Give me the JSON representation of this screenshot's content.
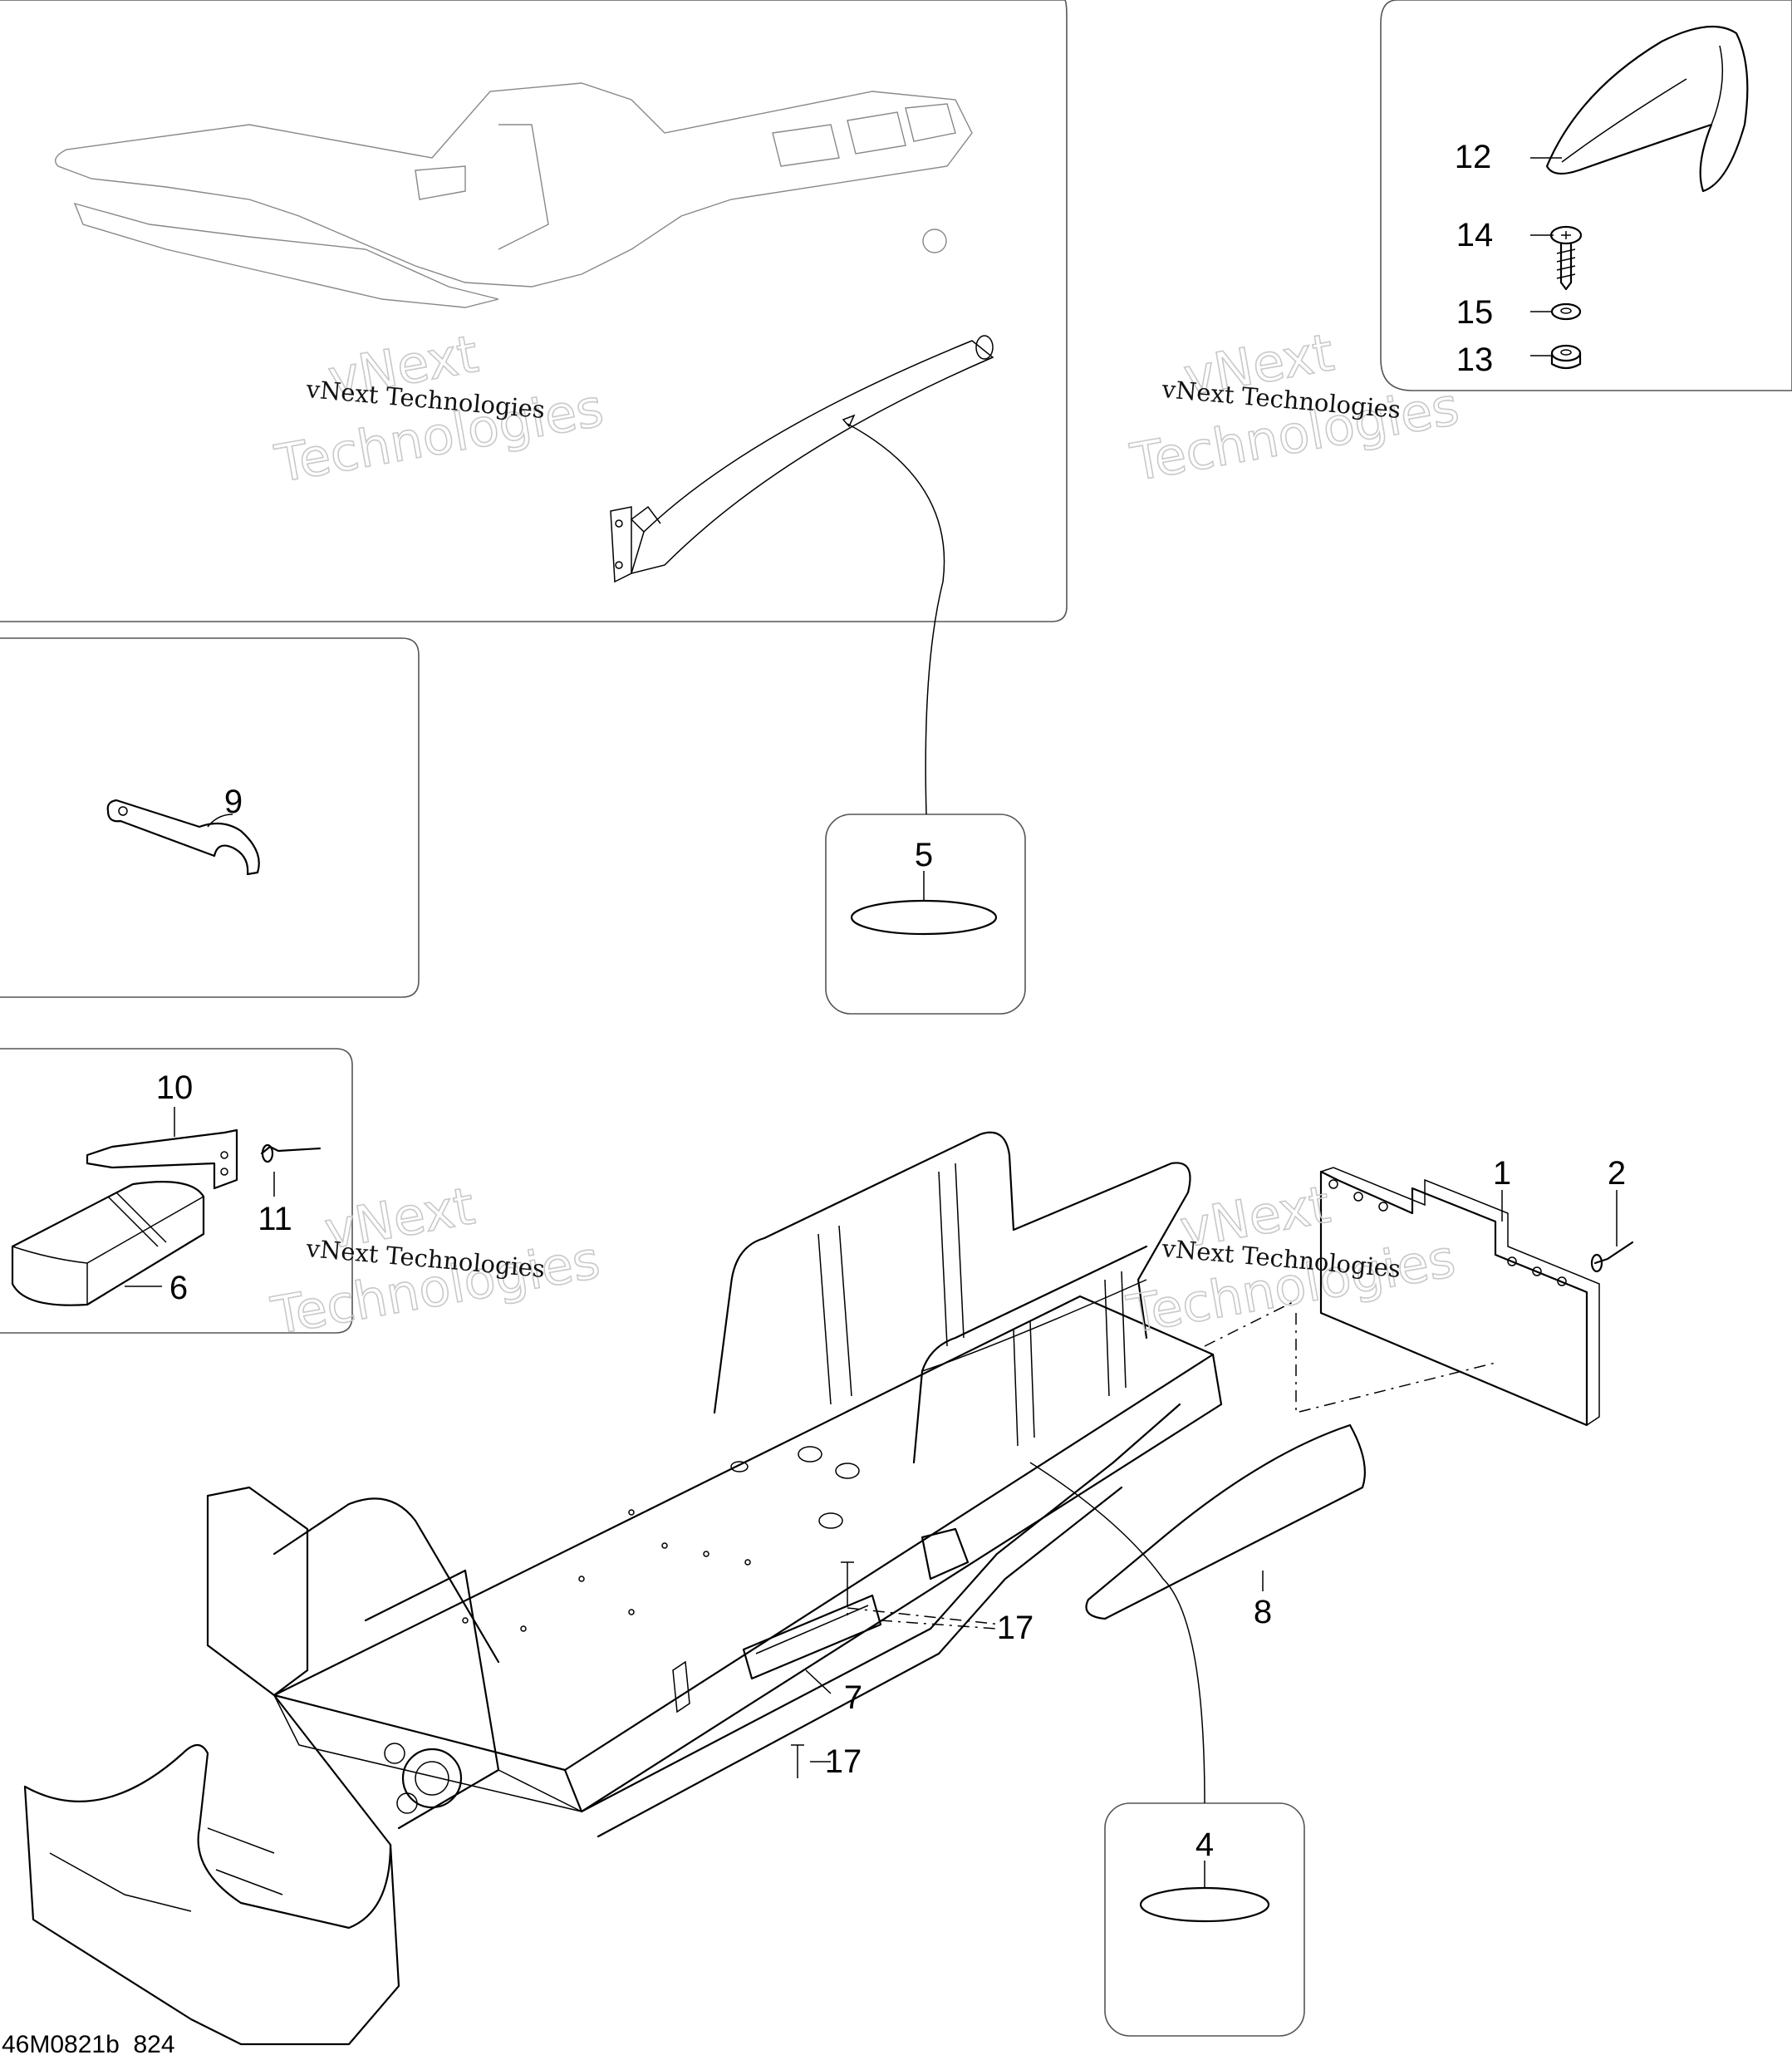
{
  "watermark": {
    "small": "vNext Technologies",
    "big_line1": "vNext",
    "big_line2": "Technologies"
  },
  "reference_code": "46M0821b_824",
  "callouts": [
    {
      "id": "c1",
      "label": "1"
    },
    {
      "id": "c2",
      "label": "2"
    },
    {
      "id": "c4",
      "label": "4"
    },
    {
      "id": "c5",
      "label": "5"
    },
    {
      "id": "c6",
      "label": "6"
    },
    {
      "id": "c7",
      "label": "7"
    },
    {
      "id": "c8",
      "label": "8"
    },
    {
      "id": "c9",
      "label": "9"
    },
    {
      "id": "c10",
      "label": "10"
    },
    {
      "id": "c11",
      "label": "11"
    },
    {
      "id": "c12",
      "label": "12"
    },
    {
      "id": "c13",
      "label": "13"
    },
    {
      "id": "c14",
      "label": "14"
    },
    {
      "id": "c15",
      "label": "15"
    },
    {
      "id": "c17a",
      "label": "17"
    },
    {
      "id": "c17b",
      "label": "17"
    }
  ]
}
